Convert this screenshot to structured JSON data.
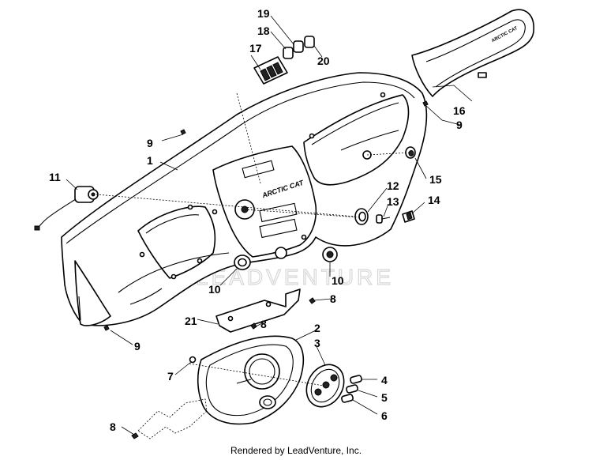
{
  "diagram": {
    "watermark": "LEADVENTURE",
    "dash_logo": "ARCTIC CAT",
    "cover_logo": "ARCTIC CAT",
    "callouts": [
      "19",
      "18",
      "17",
      "20",
      "16",
      "9",
      "9",
      "1",
      "11",
      "15",
      "12",
      "13",
      "14",
      "10",
      "10",
      "8",
      "21",
      "8",
      "9",
      "2",
      "3",
      "7",
      "4",
      "5",
      "6",
      "8"
    ]
  },
  "footer": {
    "rendered_by": "Rendered by LeadVenture, Inc."
  }
}
